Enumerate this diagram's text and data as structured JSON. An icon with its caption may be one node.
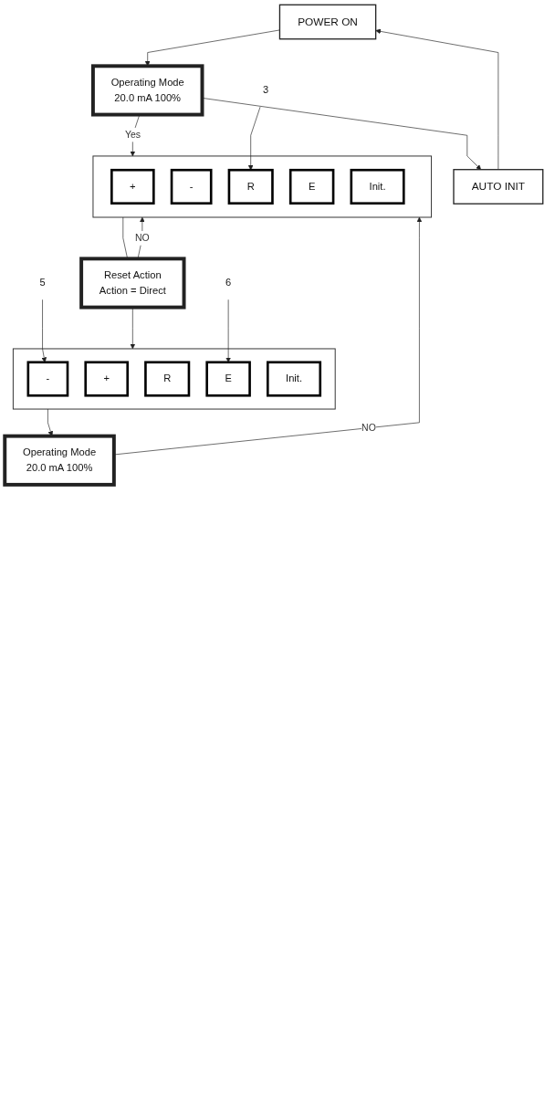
{
  "diagram": {
    "nodes": [
      {
        "text": [
          "POWER ON"
        ]
      },
      {
        "text": [
          "AUTO INIT"
        ]
      },
      {
        "text": [
          "Operating Mode",
          "20.0 mA 100%"
        ]
      },
      {
        "text": [],
        "shape": "box"
      },
      {
        "text": [
          "+"
        ],
        "in": 3
      },
      {
        "text": [
          "-"
        ],
        "in": 3
      },
      {
        "text": [
          "R"
        ],
        "in": 3
      },
      {
        "text": [
          "E"
        ],
        "in": 3
      },
      {
        "text": [
          "Init."
        ],
        "in": 3
      },
      {
        "text": [
          "3"
        ]
      },
      {
        "text": [
          "Reset Action",
          "Action = Direct"
        ]
      },
      {
        "text": [],
        "shape": "box"
      },
      {
        "text": [
          "-"
        ],
        "in": 11
      },
      {
        "text": [
          "+"
        ],
        "in": 11
      },
      {
        "text": [
          "R"
        ],
        "in": 11
      },
      {
        "text": [
          "E"
        ],
        "in": 11
      },
      {
        "text": [
          "Init."
        ],
        "in": 11
      },
      {
        "text": [
          "5"
        ]
      },
      {
        "text": [
          "6"
        ]
      },
      {
        "text": [
          "Operating Mode",
          "20.0 mA 100%"
        ]
      }
    ],
    "edges": [
      {
        "from": 0,
        "to": 2,
        "arrow": "to"
      },
      {
        "from": 2,
        "to": 1,
        "arrow": "to"
      },
      {
        "from": 1,
        "to": 0,
        "arrow": "to"
      },
      {
        "from": 2,
        "to": 3,
        "arrow": "to",
        "label": "Yes"
      },
      {
        "from": 9,
        "to": 6,
        "arrow": "to"
      },
      {
        "from": 3,
        "to": 10,
        "arrow": "none"
      },
      {
        "from": 10,
        "to": 3,
        "arrow": "to",
        "label": "NO"
      },
      {
        "from": 10,
        "to": 11,
        "arrow": "to"
      },
      {
        "from": 17,
        "to": 12,
        "arrow": "to"
      },
      {
        "from": 18,
        "to": 15,
        "arrow": "to"
      },
      {
        "from": 11,
        "to": 19,
        "arrow": "to"
      },
      {
        "from": 19,
        "to": 3,
        "arrow": "to",
        "label": "NO"
      }
    ]
  }
}
